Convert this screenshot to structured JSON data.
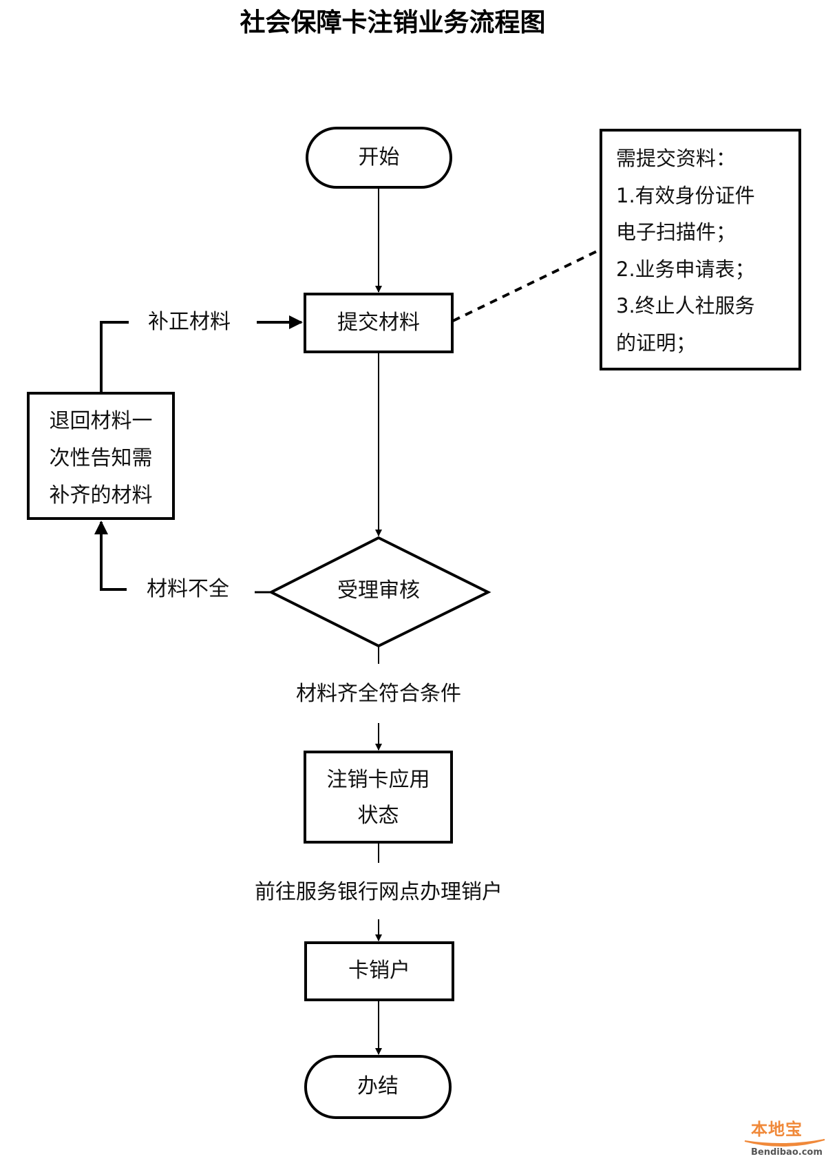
{
  "title": "社会保障卡注销业务流程图",
  "nodes": {
    "start": {
      "shape": "terminal",
      "label": "开始"
    },
    "submit": {
      "shape": "process",
      "label": "提交材料"
    },
    "review": {
      "shape": "decision",
      "label": "受理审核"
    },
    "return": {
      "shape": "process",
      "lines": [
        "退回材料一",
        "次性告知需",
        "补齐的材料"
      ]
    },
    "cancel_app": {
      "shape": "process",
      "lines": [
        "注销卡应用",
        "状态"
      ]
    },
    "close_card": {
      "shape": "process",
      "label": "卡销户"
    },
    "end": {
      "shape": "terminal",
      "label": "办结"
    }
  },
  "note": {
    "lines": [
      "需提交资料：",
      "1.有效身份证件",
      "电子扫描件；",
      "2.业务申请表；",
      "3.终止人社服务",
      "的证明；"
    ]
  },
  "edges": {
    "supplement": "补正材料",
    "incomplete": "材料不全",
    "complete": "材料齐全符合条件",
    "go_bank": "前往服务银行网点办理销户"
  },
  "watermark": {
    "brand": "本地宝",
    "site": "Bendibao.com",
    "color": "#f0893a"
  }
}
